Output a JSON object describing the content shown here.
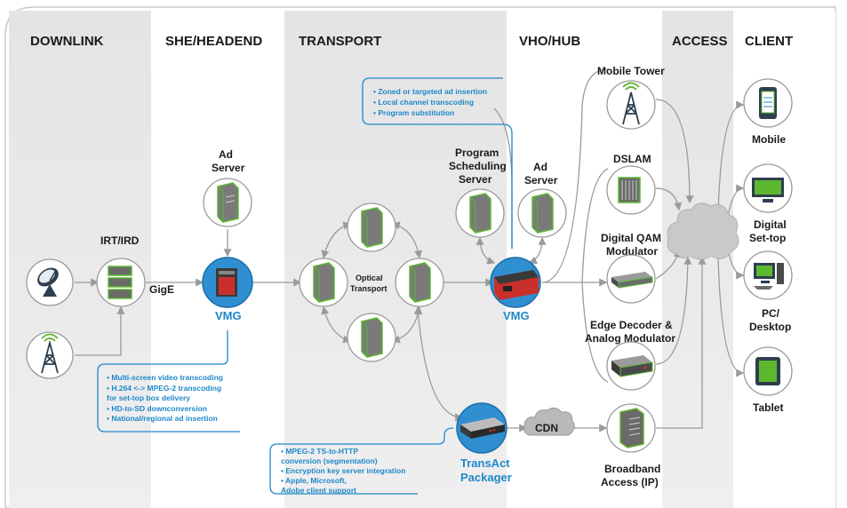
{
  "columns": [
    "DOWNLINK",
    "SHE/HEADEND",
    "TRANSPORT",
    "VHO/HUB",
    "ACCESS",
    "CLIENT"
  ],
  "nodes": {
    "irt": "IRT/IRD",
    "gige": "GigE",
    "ad_server_1": [
      "Ad",
      "Server"
    ],
    "vmg_1": "VMG",
    "optical": [
      "Optical",
      "Transport"
    ],
    "program_sched": [
      "Program",
      "Scheduling",
      "Server"
    ],
    "ad_server_2": [
      "Ad",
      "Server"
    ],
    "vmg_2": "VMG",
    "mobile_tower": "Mobile Tower",
    "dslam": "DSLAM",
    "qam": [
      "Digital QAM",
      "Modulator"
    ],
    "edge": [
      "Edge Decoder &",
      "Analog Modulator"
    ],
    "broadband": [
      "Broadband",
      "Access (IP)"
    ],
    "transact": [
      "TransAct",
      "Packager"
    ],
    "cdn": "CDN",
    "mobile": "Mobile",
    "settop": [
      "Digital",
      "Set-top"
    ],
    "pc": [
      "PC/",
      "Desktop"
    ],
    "tablet": "Tablet"
  },
  "notes": {
    "vho": [
      "• Zoned or targeted ad insertion",
      "• Local channel transcoding",
      "• Program substitution"
    ],
    "vmg": [
      "• Multi-screen video transcoding",
      "• H.264 <-> MPEG-2 transcoding",
      "   for set-top box delivery",
      "• HD-to-SD downconversion",
      "• National/regional ad insertion"
    ],
    "packager": [
      "• MPEG-2 TS-to-HTTP",
      "   conversion (segmentation)",
      "• Encryption key server integration",
      "• Apple, Microsoft,",
      "   Adobe client support"
    ]
  },
  "colors": {
    "accent": "#1e88c8",
    "band": "#e9e9ea",
    "green": "#5cb82e",
    "red": "#d9332b"
  }
}
